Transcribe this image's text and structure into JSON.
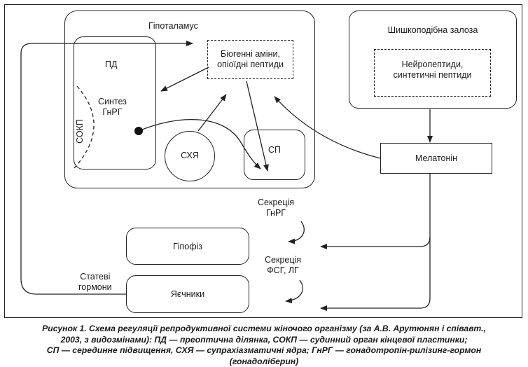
{
  "nodes": {
    "hypothalamus": "Гіпоталамус",
    "pineal": "Шишкоподібна залоза",
    "pd": "ПД",
    "biogenic_line1": "Біогенні аміни,",
    "biogenic_line2": "опіоїдні пептиди",
    "neuro_line1": "Нейропептиди,",
    "neuro_line2": "синтетичні пептиди",
    "synth_line1": "Синтез",
    "synth_line2": "ГнРГ",
    "sokp": "СОКП",
    "schya": "СХЯ",
    "sp": "СП",
    "melatonin": "Мелатонін",
    "pituitary": "Гіпофіз",
    "ovaries": "Яєчники"
  },
  "labels": {
    "secretion_gnrh_line1": "Секреція",
    "secretion_gnrh_line2": "ГнРГ",
    "secretion_fsh_line1": "Секреція",
    "secretion_fsh_line2": "ФСГ, ЛГ",
    "sex_hormones_line1": "Статеві",
    "sex_hormones_line2": "гормони"
  },
  "caption": {
    "line1": "Рисунок 1. Схема регуляції репродуктивної системи жіночого організму (за А.В. Арутюнян і співавт.,",
    "line2": "2003, з видозмінами): ПД — преоптична ділянка, СОКП — судинний орган кінцевої пластинки;",
    "line3": "СП — серединне підвищення, СХЯ — супрахіазматичні ядра; ГнРГ — гонадотропін-рилізинг-гормон",
    "line4": "(гонадоліберин)"
  }
}
